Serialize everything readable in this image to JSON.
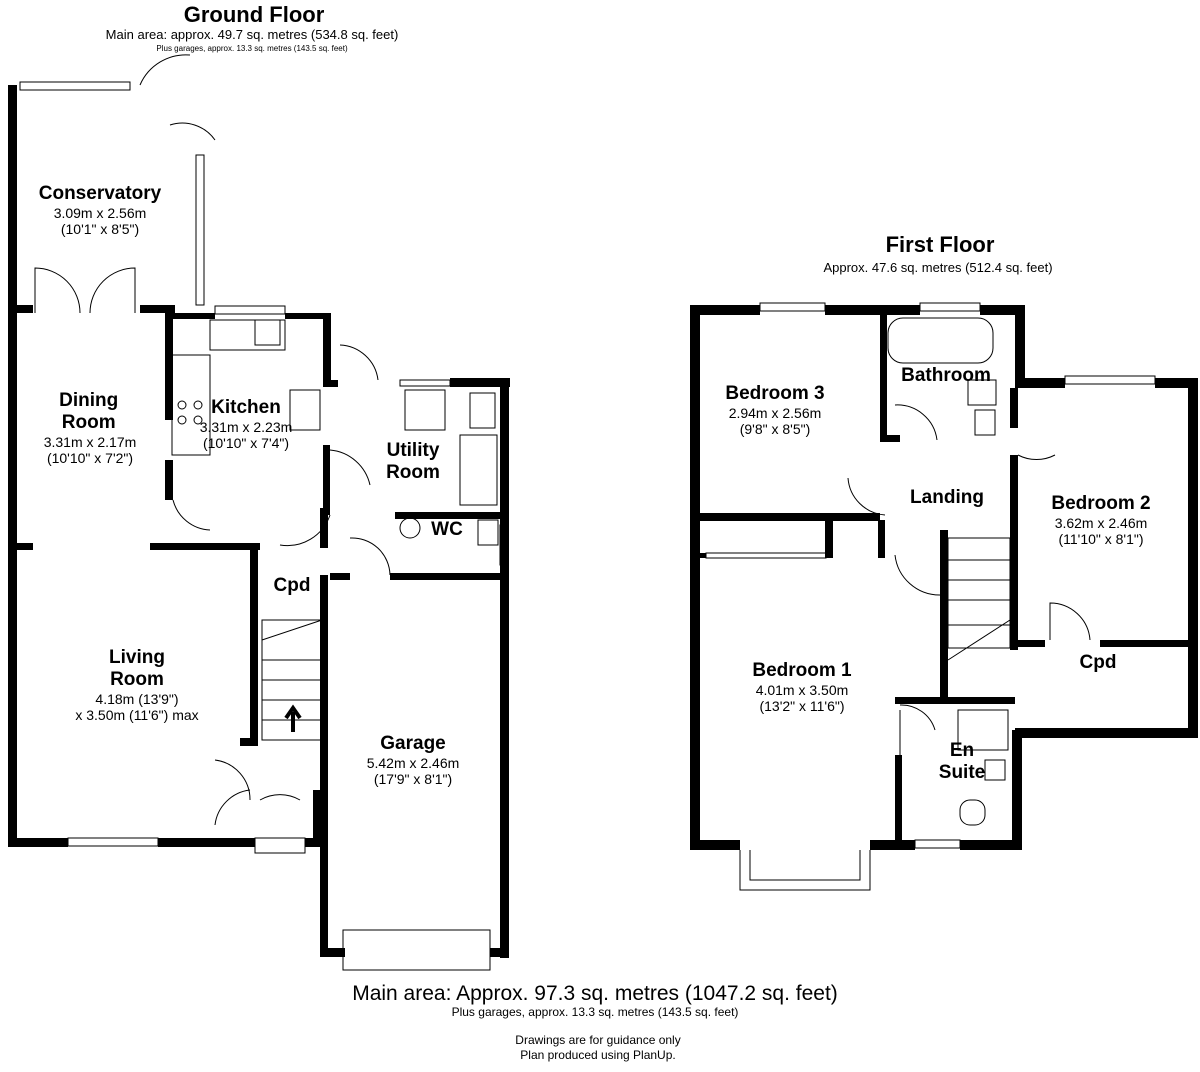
{
  "ground_floor": {
    "title": "Ground Floor",
    "main_area": "Main area: approx. 49.7 sq. metres (534.8 sq. feet)",
    "garages": "Plus garages, approx. 13.3 sq. metres (143.5 sq. feet)",
    "rooms": [
      {
        "name": "Conservatory",
        "dims": [
          "3.09m x 2.56m",
          "(10'1\" x 8'5\")"
        ]
      },
      {
        "name": "Dining Room",
        "dims": [
          "3.31m x 2.17m",
          "(10'10\" x 7'2\")"
        ]
      },
      {
        "name": "Kitchen",
        "dims": [
          "3.31m x 2.23m",
          "(10'10\" x 7'4\")"
        ]
      },
      {
        "name": "Utility Room",
        "dims": []
      },
      {
        "name": "WC",
        "dims": []
      },
      {
        "name": "Cpd",
        "dims": []
      },
      {
        "name": "Living Room",
        "dims": [
          "4.18m (13'9\")",
          "x 3.50m (11'6\") max"
        ]
      },
      {
        "name": "Garage",
        "dims": [
          "5.42m x 2.46m",
          "(17'9\" x 8'1\")"
        ]
      }
    ]
  },
  "first_floor": {
    "title": "First Floor",
    "area": "Approx. 47.6 sq. metres (512.4 sq. feet)",
    "rooms": [
      {
        "name": "Bedroom 3",
        "dims": [
          "2.94m x 2.56m",
          "(9'8\" x 8'5\")"
        ]
      },
      {
        "name": "Bathroom",
        "dims": []
      },
      {
        "name": "Landing",
        "dims": []
      },
      {
        "name": "Bedroom 2",
        "dims": [
          "3.62m x 2.46m",
          "(11'10\" x 8'1\")"
        ]
      },
      {
        "name": "Cpd",
        "dims": []
      },
      {
        "name": "Bedroom 1",
        "dims": [
          "4.01m x 3.50m",
          "(13'2\" x 11'6\")"
        ]
      },
      {
        "name": "En Suite",
        "dims": []
      }
    ]
  },
  "footer": {
    "main_area": "Main area: Approx. 97.3 sq. metres (1047.2 sq. feet)",
    "garages": "Plus garages, approx. 13.3 sq. metres (143.5 sq. feet)",
    "note1": "Drawings are for guidance only",
    "note2": "Plan produced using PlanUp."
  }
}
